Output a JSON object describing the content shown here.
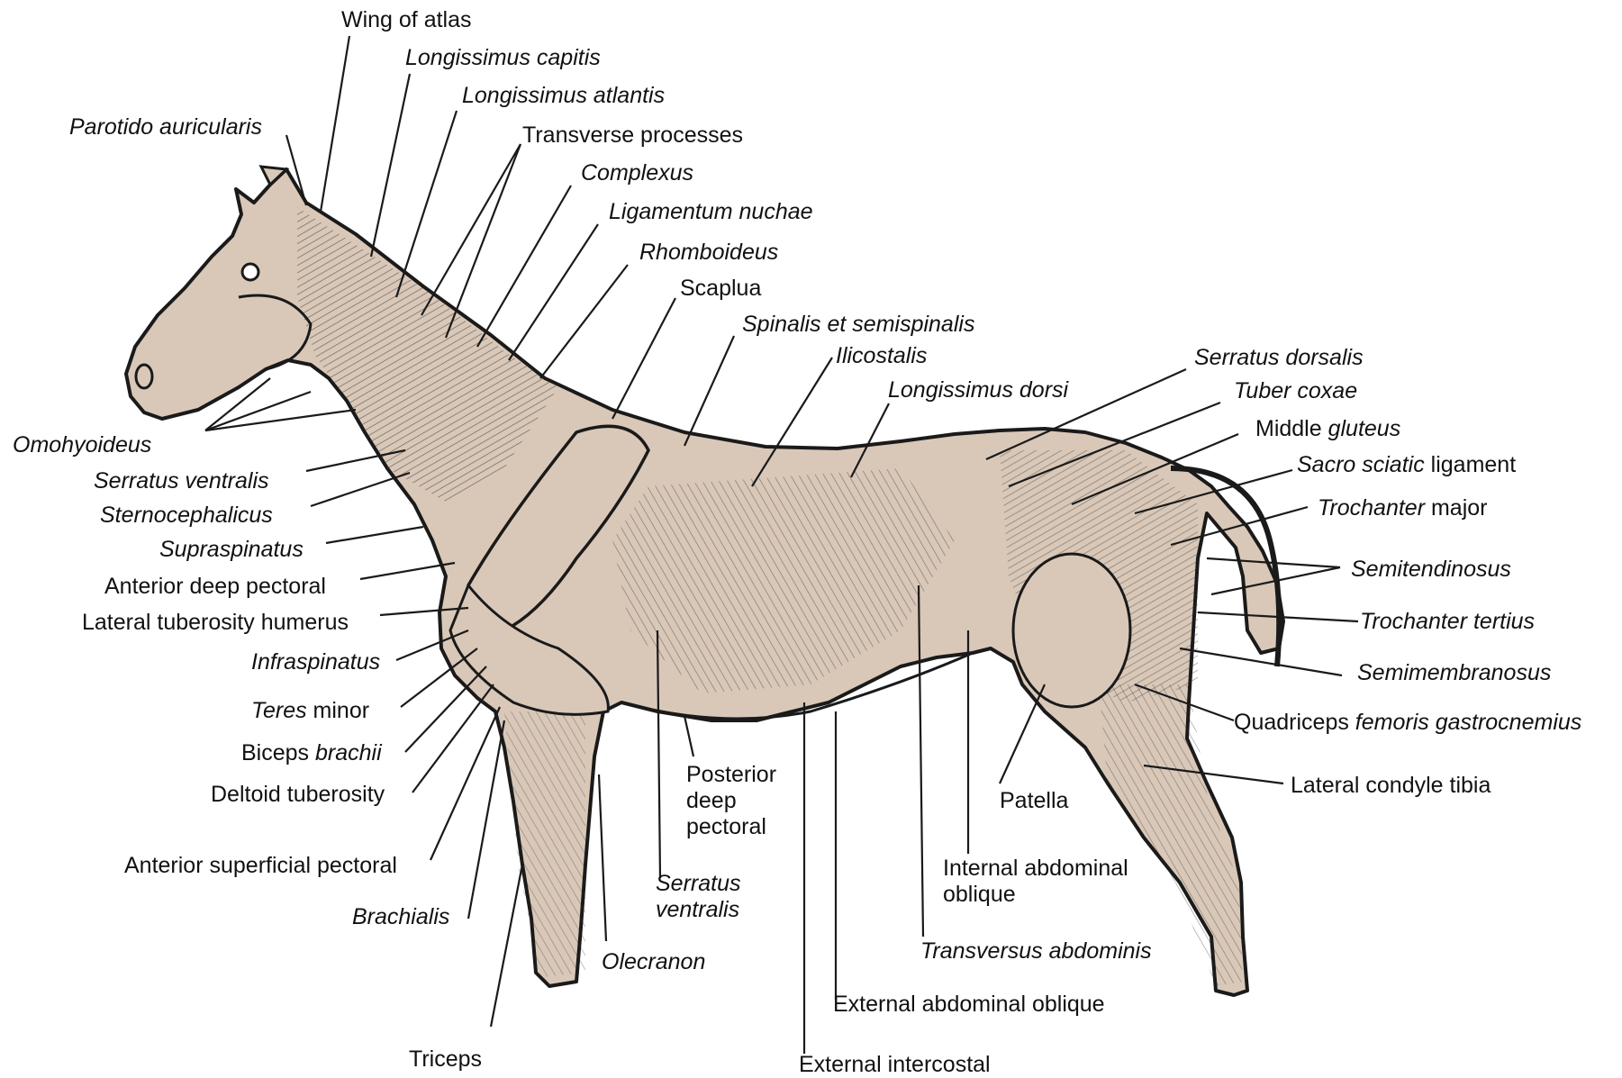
{
  "labels": {
    "wing_of_atlas": "Wing of atlas",
    "longissimus_capitis": "Longissimus capitis",
    "longissimus_atlantis": "Longissimus atlantis",
    "parotido_auricularis": "Parotido auricularis",
    "transverse_processes": "Transverse processes",
    "complexus": "Complexus",
    "ligamentum_nuchae": "Ligamentum nuchae",
    "rhomboideus": "Rhomboideus",
    "scapula": "Scaplua",
    "spinalis_et_semispinalis": "Spinalis et semispinalis",
    "ilicostalis": "Ilicostalis",
    "longissimus_dorsi": "Longissimus dorsi",
    "serratus_dorsalis": "Serratus dorsalis",
    "tuber_coxae": "Tuber coxae",
    "middle_gluteus_a": "Middle ",
    "middle_gluteus_b": "gluteus",
    "sacro_sciatic_a": "Sacro sciatic",
    "sacro_sciatic_b": " ligament",
    "trochanter_major_a": "Trochanter",
    "trochanter_major_b": " major",
    "semitendinosus": "Semitendinosus",
    "trochanter_tertius": "Trochanter tertius",
    "semimembranosus": "Semimembranosus",
    "quadriceps_a": "Quadriceps ",
    "quadriceps_b": "femoris gastrocnemius",
    "lateral_condyle_tibia": "Lateral condyle tibia",
    "omohyoideus": "Omohyoideus",
    "serratus_ventralis_neck": "Serratus ventralis",
    "sternocephalicus": "Sternocephalicus",
    "supraspinatus": "Supraspinatus",
    "anterior_deep_pectoral": "Anterior deep pectoral",
    "lateral_tuberosity_humerus": "Lateral tuberosity humerus",
    "infraspinatus": "Infraspinatus",
    "teres_minor_a": "Teres",
    "teres_minor_b": " minor",
    "biceps_brachii_a": "Biceps ",
    "biceps_brachii_b": "brachii",
    "deltoid_tuberosity": "Deltoid tuberosity",
    "anterior_superficial_pectoral": "Anterior superficial pectoral",
    "brachialis": "Brachialis",
    "triceps": "Triceps",
    "olecranon": "Olecranon",
    "posterior_deep_pectoral": "Posterior\ndeep\npectoral",
    "serratus_ventralis_body": "Serratus\nventralis",
    "external_intercostal": "External intercostal",
    "external_abdominal_oblique": "External abdominal oblique",
    "transversus_abdominis": "Transversus abdominis",
    "internal_abdominal_oblique": "Internal abdominal\noblique",
    "patella": "Patella"
  },
  "colors": {
    "muscle_fill": "#d9c8b8",
    "ink": "#1a1a1a",
    "text": "#111111"
  }
}
